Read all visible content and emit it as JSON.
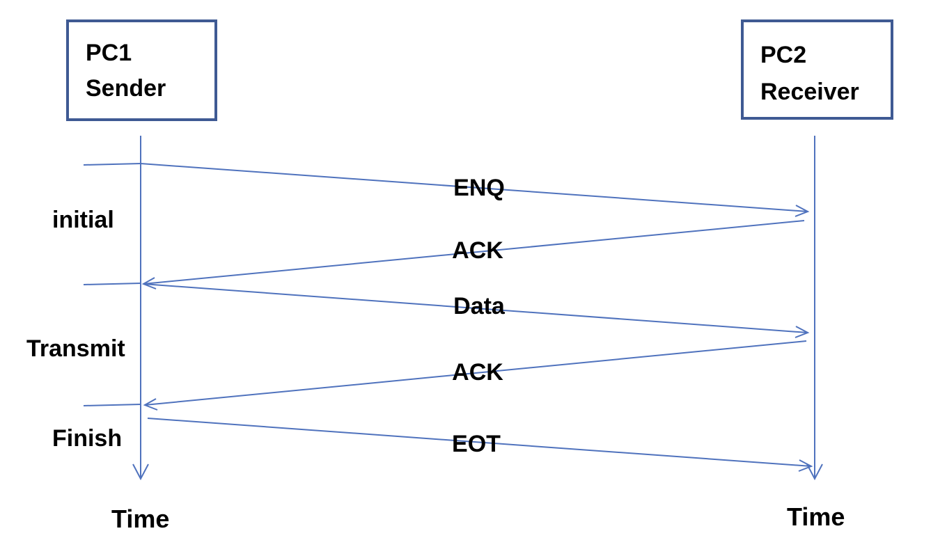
{
  "diagram": {
    "colors": {
      "line": "#4F72BD",
      "box": "#3F5A93",
      "text": "#000000"
    },
    "participants": [
      {
        "id": "pc1",
        "lines": [
          "PC1",
          "Sender"
        ]
      },
      {
        "id": "pc2",
        "lines": [
          "PC2",
          "Receiver"
        ]
      }
    ],
    "messages": [
      {
        "label": "ENQ",
        "from": "pc1",
        "to": "pc2"
      },
      {
        "label": "ACK",
        "from": "pc2",
        "to": "pc1"
      },
      {
        "label": "Data",
        "from": "pc1",
        "to": "pc2"
      },
      {
        "label": "ACK",
        "from": "pc2",
        "to": "pc1"
      },
      {
        "label": "EOT",
        "from": "pc1",
        "to": "pc2"
      }
    ],
    "phases": [
      "initial",
      "Transmit",
      "Finish"
    ],
    "time_labels": [
      "Time",
      "Time"
    ]
  }
}
